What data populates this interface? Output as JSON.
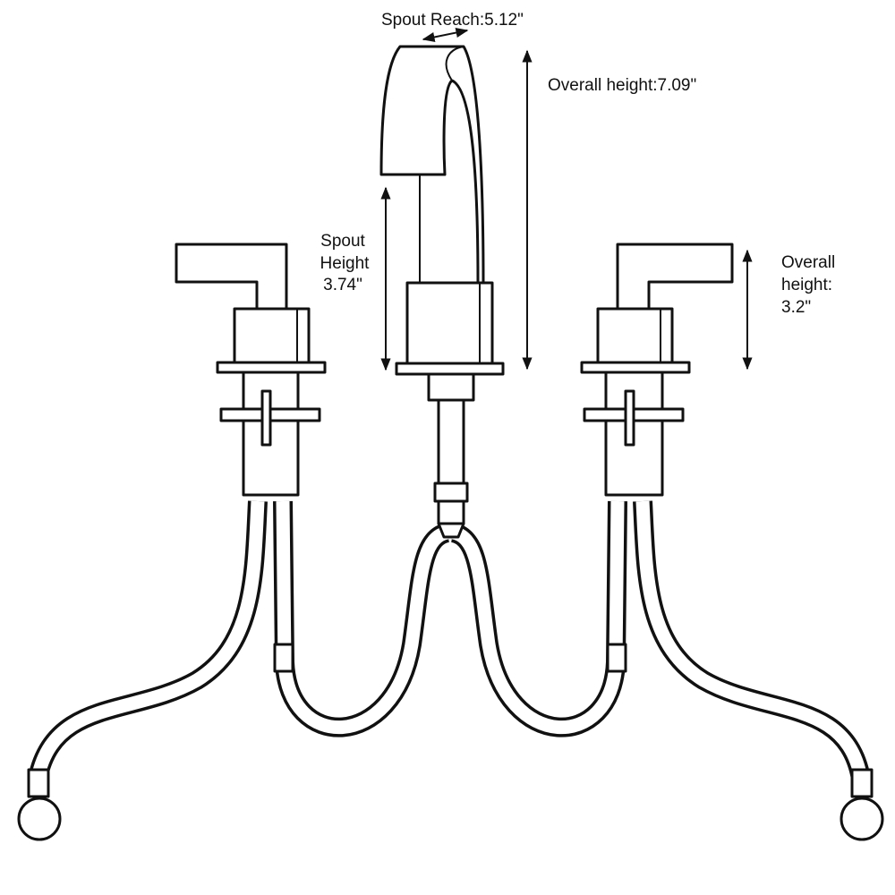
{
  "diagram": {
    "spout_reach": "Spout Reach:5.12\"",
    "overall_height_spout": "Overall height:7.09\"",
    "spout_height": [
      "Spout",
      "Height",
      "3.74\""
    ],
    "overall_height_handle": [
      "Overall",
      "height:",
      "3.2\""
    ]
  }
}
